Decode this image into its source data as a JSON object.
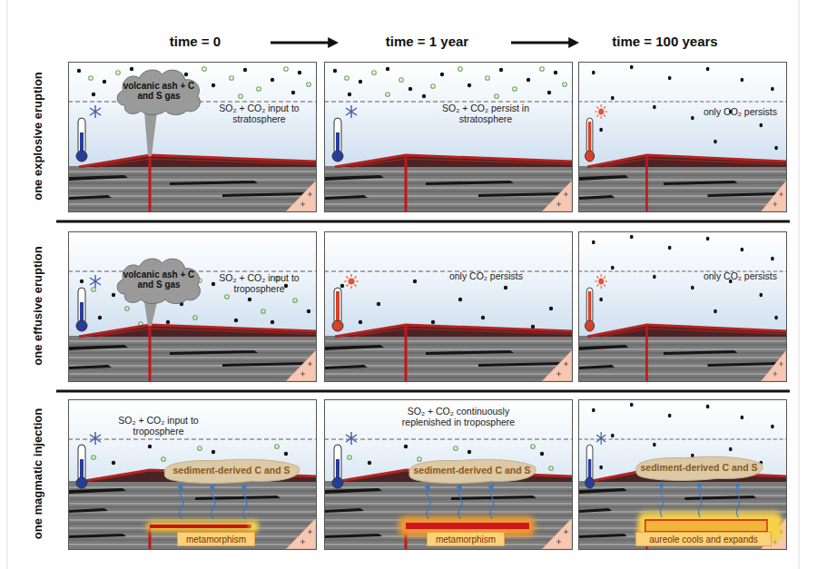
{
  "diagram": {
    "nodes": [
      {
        "text": [
          "volcanic ash + C and S gas"
        ]
      },
      {
        "text": [
          "volcanic ash + C and S gas"
        ]
      },
      {
        "text": [
          "sediment-derived C and S"
        ]
      },
      {
        "text": [
          "metamorphism"
        ]
      },
      {
        "text": [
          "sediment-derived C and S"
        ]
      },
      {
        "text": [
          "metamorphism"
        ]
      },
      {
        "text": [
          "sediment-derived C and S"
        ]
      },
      {
        "text": [
          "aureole cools and expands"
        ]
      }
    ],
    "labels": [
      "time = 0",
      "time = 1 year",
      "time = 100 years",
      "one explosive eruption",
      "one effusive eruption",
      "one magmatic injection",
      "SO₂ + CO₂ input to stratosphere",
      "SO₂ + CO₂ persist in stratosphere",
      "only CO₂ persists",
      "SO₂ + CO₂ input to troposphere",
      "only CO₂ persists",
      "only CO₂ persists",
      "SO₂ + CO₂ input to troposphere",
      "SO₂ + CO₂ continuously replenished in troposphere"
    ]
  }
}
